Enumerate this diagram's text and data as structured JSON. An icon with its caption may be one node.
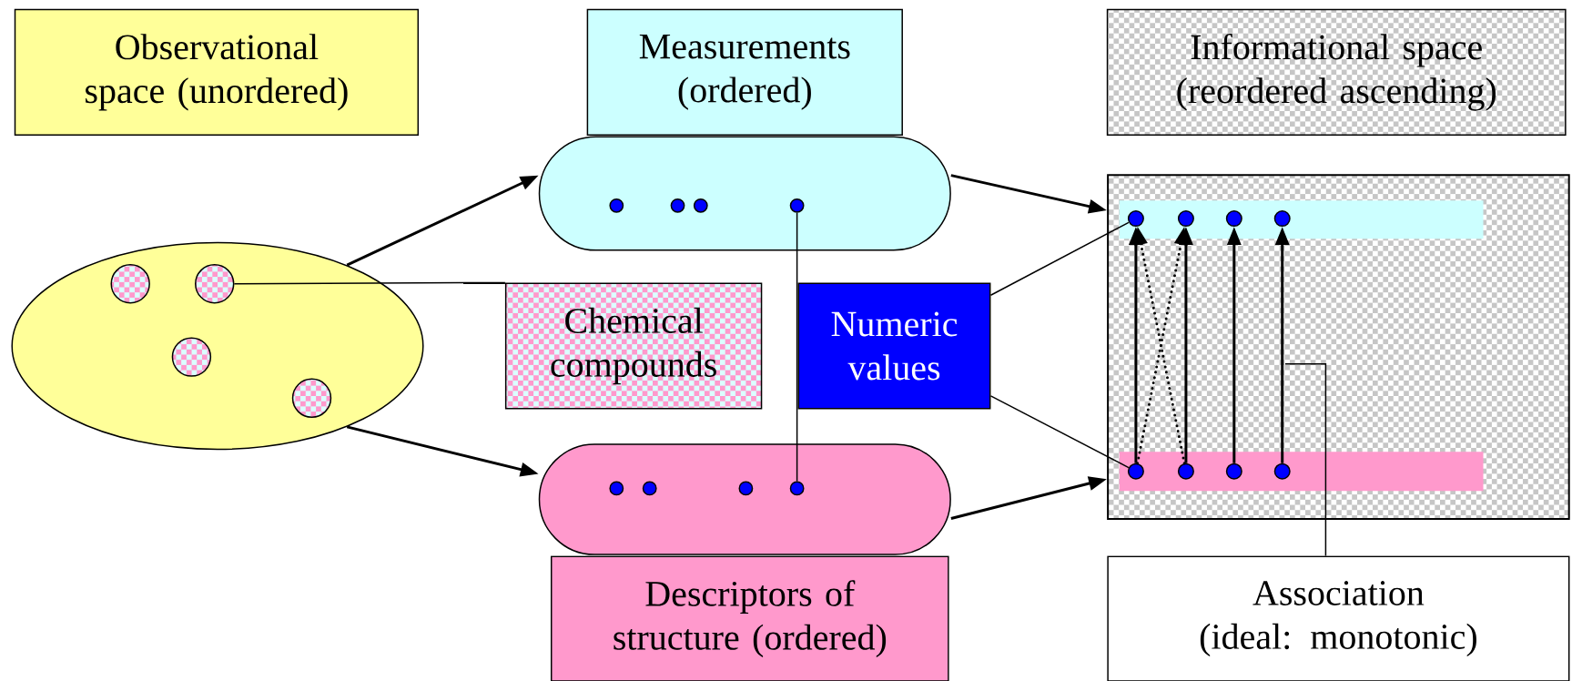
{
  "diagram": {
    "nodes": [
      {
        "text": [
          "Observational space (unordered)"
        ]
      },
      {
        "text": [
          "Measurements (ordered)"
        ]
      },
      {
        "text": [
          "Informational space (reordered ascending)"
        ]
      },
      {
        "text": [],
        "shape": "ellipse"
      },
      {
        "text": [],
        "shape": "circle",
        "in": 3
      },
      {
        "text": [],
        "shape": "circle",
        "in": 3
      },
      {
        "text": [],
        "shape": "circle",
        "in": 3
      },
      {
        "text": [],
        "shape": "circle",
        "in": 3
      },
      {
        "text": [],
        "shape": "capsule"
      },
      {
        "text": [],
        "shape": "circle",
        "in": 8
      },
      {
        "text": [],
        "shape": "circle",
        "in": 8
      },
      {
        "text": [],
        "shape": "circle",
        "in": 8
      },
      {
        "text": [],
        "shape": "circle",
        "in": 8
      },
      {
        "text": [
          "Chemical compounds"
        ]
      },
      {
        "text": [
          "Numeric values"
        ]
      },
      {
        "text": [],
        "shape": "box"
      },
      {
        "text": [],
        "shape": "bar",
        "in": 15
      },
      {
        "text": [],
        "shape": "circle",
        "in": 16
      },
      {
        "text": [],
        "shape": "circle",
        "in": 16
      },
      {
        "text": [],
        "shape": "circle",
        "in": 16
      },
      {
        "text": [],
        "shape": "circle",
        "in": 16
      },
      {
        "text": [],
        "shape": "capsule"
      },
      {
        "text": [],
        "shape": "circle",
        "in": 21
      },
      {
        "text": [],
        "shape": "circle",
        "in": 21
      },
      {
        "text": [],
        "shape": "circle",
        "in": 21
      },
      {
        "text": [],
        "shape": "circle",
        "in": 21
      },
      {
        "text": [],
        "shape": "bar",
        "in": 15
      },
      {
        "text": [],
        "shape": "circle",
        "in": 26
      },
      {
        "text": [],
        "shape": "circle",
        "in": 26
      },
      {
        "text": [],
        "shape": "circle",
        "in": 26
      },
      {
        "text": [],
        "shape": "circle",
        "in": 26
      },
      {
        "text": [
          "Descriptors of structure (ordered)"
        ]
      },
      {
        "text": [
          "Association (ideal: monotonic)"
        ]
      }
    ],
    "edges": [
      {
        "from": 3,
        "to": 8,
        "arrow": "to"
      },
      {
        "from": 3,
        "to": 21,
        "arrow": "to"
      },
      {
        "from": 8,
        "to": 15,
        "arrow": "to"
      },
      {
        "from": 21,
        "to": 15,
        "arrow": "to"
      },
      {
        "from": 5,
        "to": 13,
        "arrow": "none"
      },
      {
        "from": 12,
        "to": 25,
        "arrow": "none"
      },
      {
        "from": 14,
        "to": 17,
        "arrow": "none"
      },
      {
        "from": 14,
        "to": 27,
        "arrow": "none"
      },
      {
        "from": 27,
        "to": 17,
        "arrow": "to"
      },
      {
        "from": 28,
        "to": 18,
        "arrow": "to"
      },
      {
        "from": 29,
        "to": 19,
        "arrow": "to"
      },
      {
        "from": 30,
        "to": 20,
        "arrow": "to"
      },
      {
        "from": 27,
        "to": 18,
        "arrow": "to",
        "style": "dashed"
      },
      {
        "from": 28,
        "to": 17,
        "arrow": "to",
        "style": "dashed"
      },
      {
        "from": 32,
        "to": null,
        "arrow": "none"
      }
    ]
  }
}
